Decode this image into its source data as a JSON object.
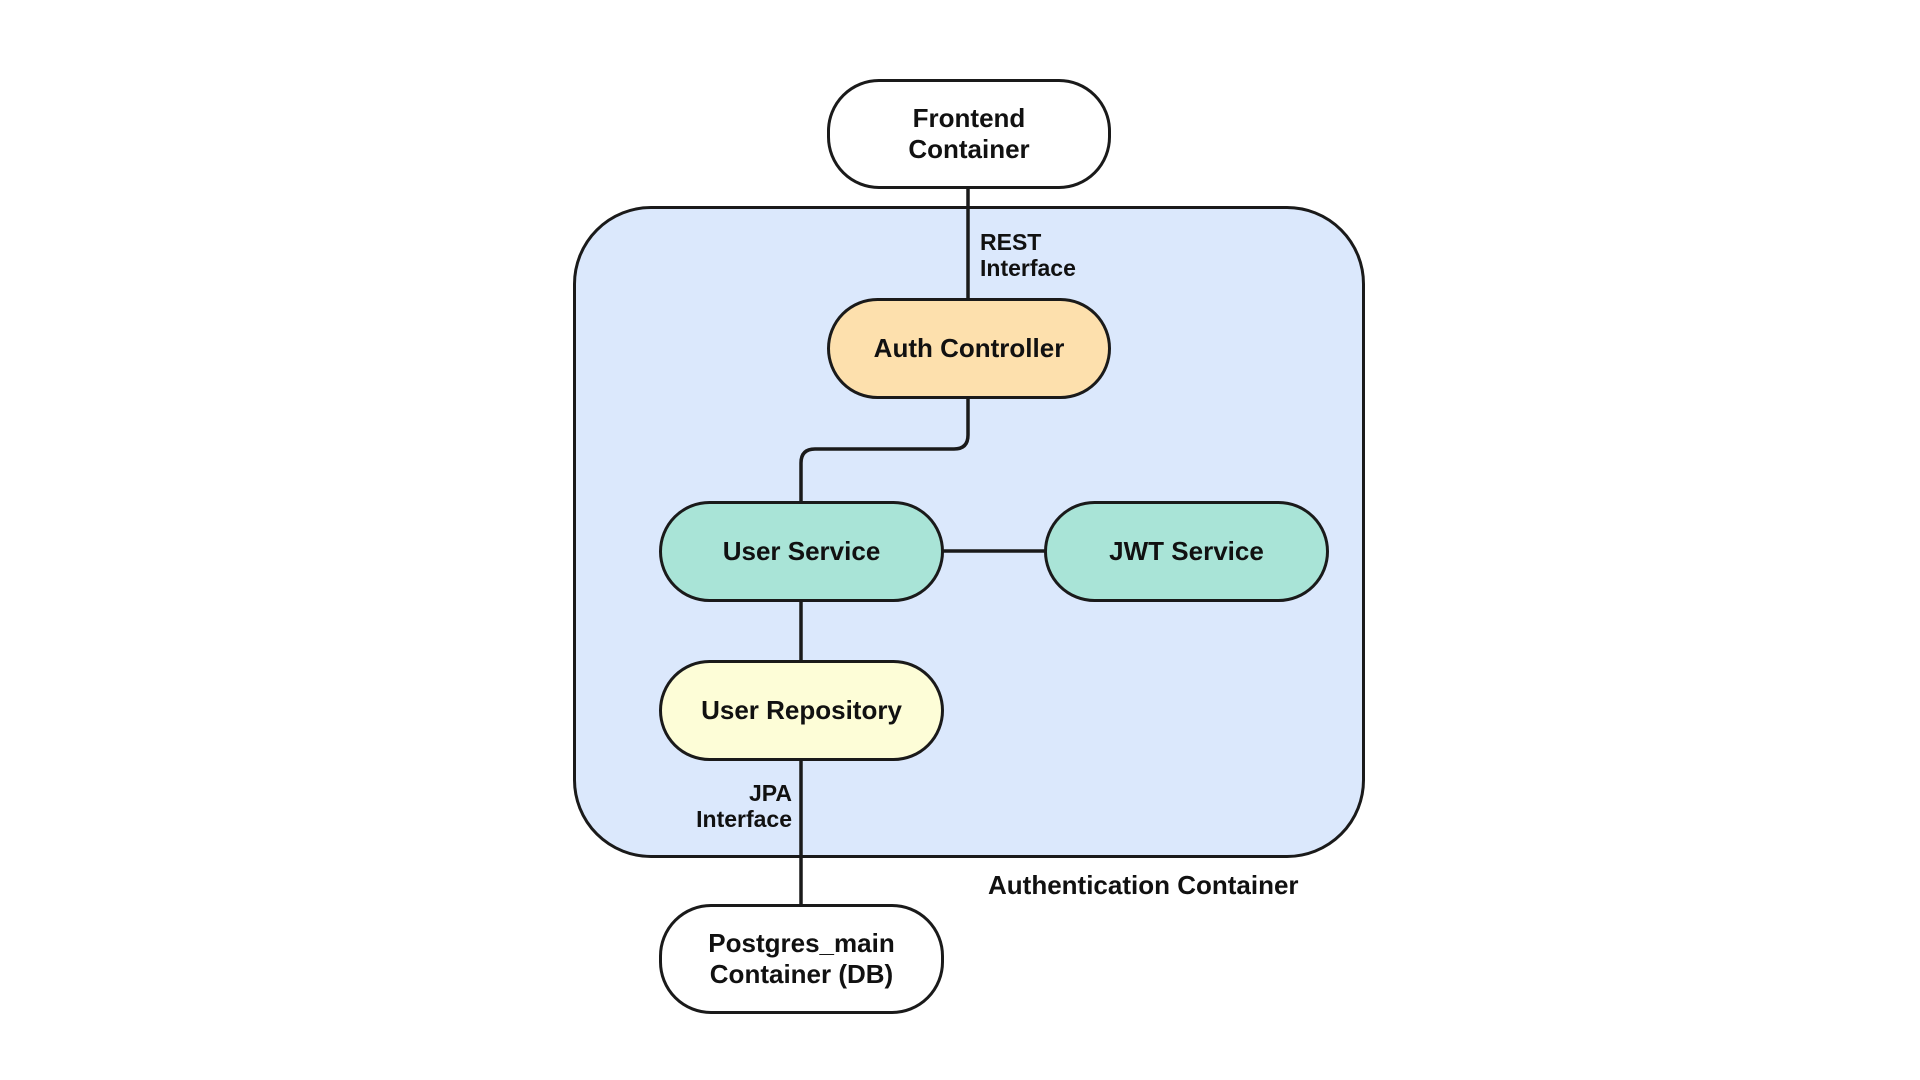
{
  "nodes": {
    "frontend": "Frontend\nContainer",
    "auth_controller": "Auth Controller",
    "user_service": "User Service",
    "jwt_service": "JWT Service",
    "user_repository": "User Repository",
    "postgres": "Postgres_main\nContainer (DB)"
  },
  "edge_labels": {
    "rest": "REST\nInterface",
    "jpa": "JPA\nInterface"
  },
  "container_label": "Authentication Container",
  "colors": {
    "container_fill": "#dbe8fc",
    "external_fill": "#ffffff",
    "controller_fill": "#fde0ad",
    "service_fill": "#a9e4d7",
    "repository_fill": "#fdfdd7",
    "stroke": "#1a1a1a"
  }
}
